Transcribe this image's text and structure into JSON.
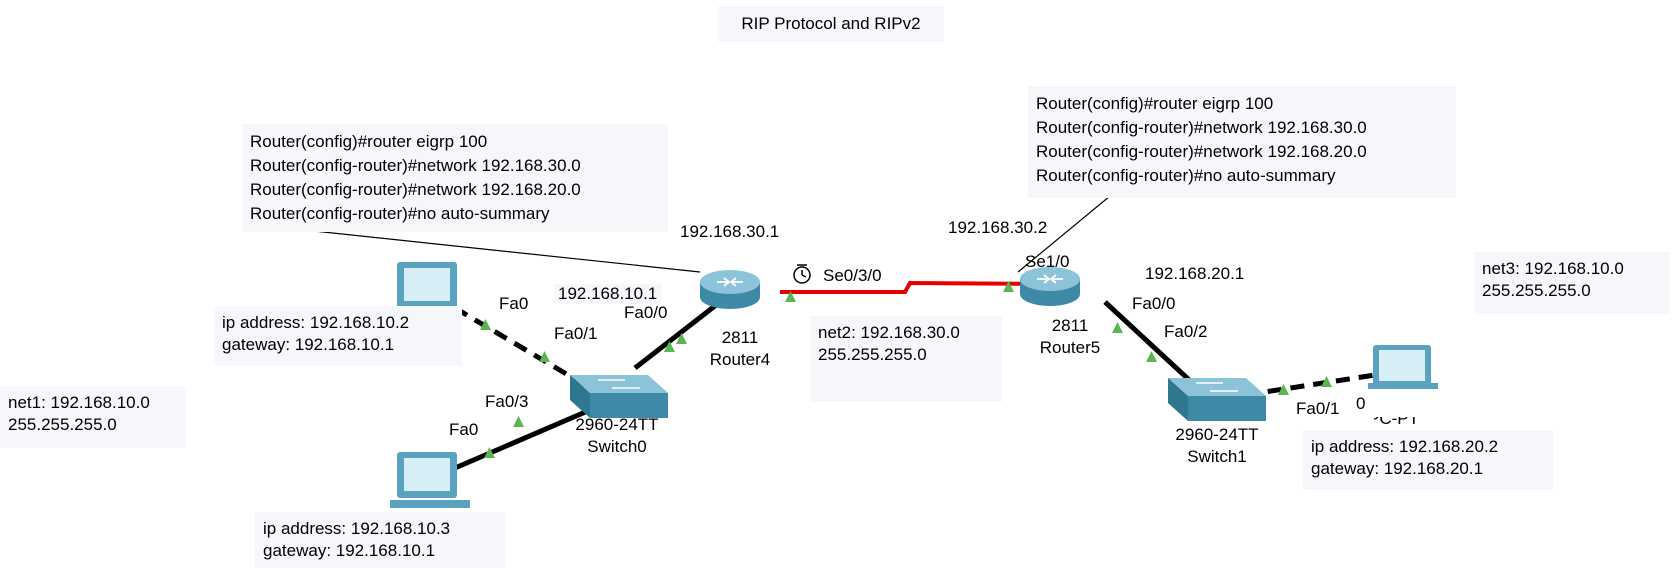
{
  "title": "RIP Protocol and RIPv2",
  "colors": {
    "serial_link": "#e60000",
    "ethernet_link": "#000000",
    "port_up": "#5ab552",
    "note_bg": "#f5f7fb",
    "device_blue": "#4b9ab5"
  },
  "notes": {
    "router4_cli": [
      "Router(config)#router eigrp 100",
      "Router(config-router)#network 192.168.30.0",
      "Router(config-router)#network 192.168.20.0",
      "Router(config-router)#no auto-summary"
    ],
    "router5_cli": [
      "Router(config)#router eigrp 100",
      "Router(config-router)#network 192.168.30.0",
      "Router(config-router)#network 192.168.20.0",
      "Router(config-router)#no auto-summary"
    ],
    "pc_left_top": [
      "ip address: 192.168.10.2",
      "gateway: 192.168.10.1"
    ],
    "pc_left_bottom": [
      "ip address: 192.168.10.3",
      "gateway: 192.168.10.1"
    ],
    "pc_right": [
      "ip address: 192.168.20.2",
      "gateway: 192.168.20.1"
    ],
    "net1": [
      "net1: 192.168.10.0",
      "255.255.255.0"
    ],
    "net2": [
      "net2: 192.168.30.0",
      "255.255.255.0"
    ],
    "net3": [
      "net3: 192.168.10.0",
      "255.255.255.0"
    ]
  },
  "devices": {
    "router4": {
      "model": "2811",
      "name": "Router4"
    },
    "router5": {
      "model": "2811",
      "name": "Router5"
    },
    "switch0": {
      "model": "2960-24TT",
      "name": "Switch0"
    },
    "switch1": {
      "model": "2960-24TT",
      "name": "Switch1"
    },
    "pc_right_partial": "PC-PT"
  },
  "ips": {
    "r4_serial": "192.168.30.1",
    "r5_serial": "192.168.30.2",
    "r5_fa": "192.168.20.1",
    "r4_fa_partial": "192.168.10.1"
  },
  "ports": {
    "pc1_fa0": "Fa0",
    "sw0_fa01": "Fa0/1",
    "r4_fa00": "Fa0/0",
    "sw0_fa03": "Fa0/3",
    "pc2_fa0": "Fa0",
    "r4_se030": "Se0/3/0",
    "r5_se10": "Se1/0",
    "r5_fa00": "Fa0/0",
    "sw1_fa02": "Fa0/2",
    "sw1_fa01": "Fa0/1",
    "pc3_fa0": "0"
  },
  "icons": [
    "router-icon",
    "switch-icon",
    "pc-icon",
    "clock-icon",
    "port-up-triangle-icon"
  ]
}
